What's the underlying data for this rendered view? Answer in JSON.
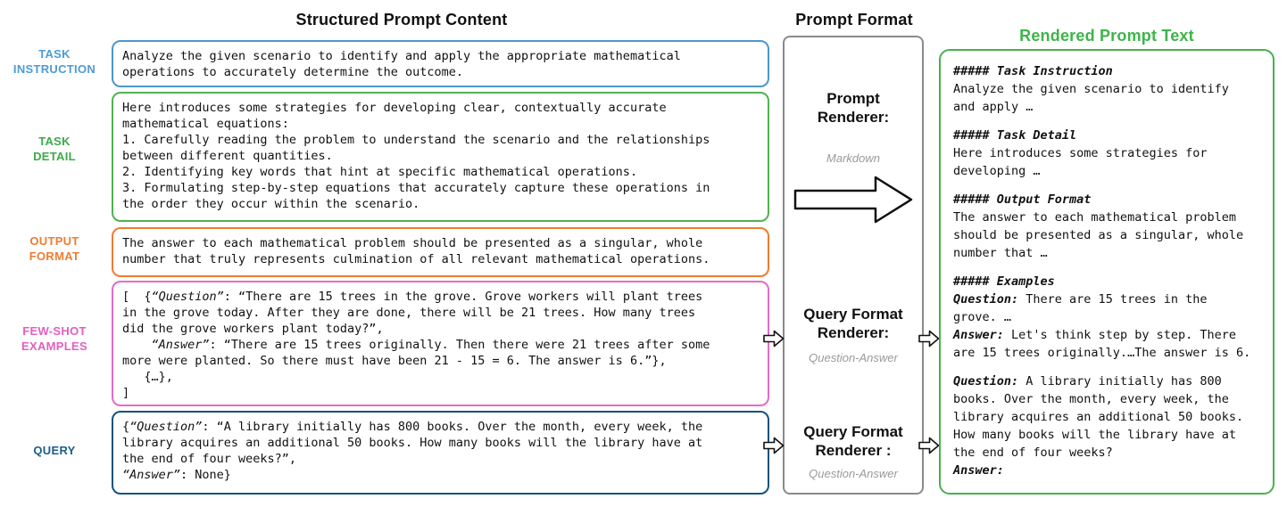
{
  "headers": {
    "structured": "Structured Prompt Content",
    "format": "Prompt Format",
    "rendered": "Rendered Prompt Text"
  },
  "colors": {
    "task_instruction": "#4d96d0",
    "task_detail": "#52b152",
    "output_format": "#ee7d31",
    "few_shot": "#e46cc8",
    "query": "#15537d",
    "rendered_border": "#48b14c",
    "rendered_header": "#3db549",
    "format_box": "#8a8a8a"
  },
  "labels": [
    {
      "lines": [
        "TASK",
        "INSTRUCTION"
      ],
      "color": "#4d9bd6"
    },
    {
      "lines": [
        "TASK",
        "DETAIL"
      ],
      "color": "#3daa4a"
    },
    {
      "lines": [
        "OUTPUT",
        "FORMAT"
      ],
      "color": "#ee7d31"
    },
    {
      "lines": [
        "FEW-SHOT",
        "EXAMPLES"
      ],
      "color": "#e060c0"
    },
    {
      "lines": [
        "QUERY"
      ],
      "color": "#1b5e8a"
    }
  ],
  "boxes": [
    {
      "name": "task-instruction",
      "lines": [
        [
          {
            "t": "Analyze the given scenario to identify and apply the appropriate mathematical"
          }
        ],
        [
          {
            "t": "operations to accurately determine the outcome."
          }
        ]
      ]
    },
    {
      "name": "task-detail",
      "lines": [
        [
          {
            "t": "Here introduces some strategies for developing clear, contextually accurate"
          }
        ],
        [
          {
            "t": "mathematical equations:"
          }
        ],
        [
          {
            "t": "1. Carefully reading the problem to understand the scenario and the relationships"
          }
        ],
        [
          {
            "t": "between different quantities."
          }
        ],
        [
          {
            "t": "2. Identifying key words that hint at specific mathematical operations."
          }
        ],
        [
          {
            "t": "3. Formulating step-by-step equations that accurately capture these operations in"
          }
        ],
        [
          {
            "t": "the order they occur within the scenario."
          }
        ]
      ]
    },
    {
      "name": "output-format",
      "lines": [
        [
          {
            "t": "The answer to each mathematical problem should be presented as a singular, whole"
          }
        ],
        [
          {
            "t": "number that truly represents culmination of all relevant mathematical operations."
          }
        ]
      ]
    },
    {
      "name": "few-shot-examples",
      "lines": [
        [
          {
            "t": "[  {"
          },
          {
            "t": "“Question”",
            "i": true
          },
          {
            "t": ": “There are 15 trees in the grove. Grove workers will plant trees"
          }
        ],
        [
          {
            "t": "in the grove today. After they are done, there will be 21 trees. How many trees"
          }
        ],
        [
          {
            "t": "did the grove workers plant today?”,"
          }
        ],
        [
          {
            "t": "    "
          },
          {
            "t": "“Answer”",
            "i": true
          },
          {
            "t": ": “There are 15 trees originally. Then there were 21 trees after some"
          }
        ],
        [
          {
            "t": "more were planted. So there must have been 21 - 15 = 6. The answer is 6.”},"
          }
        ],
        [
          {
            "t": "   {…},"
          }
        ],
        [
          {
            "t": "]"
          }
        ]
      ]
    },
    {
      "name": "query",
      "lines": [
        [
          {
            "t": "{"
          },
          {
            "t": "“Question”",
            "i": true
          },
          {
            "t": ": “A library initially has 800 books. Over the month, every week, the"
          }
        ],
        [
          {
            "t": "library acquires an additional 50 books. How many books will the library have at"
          }
        ],
        [
          {
            "t": "the end of four weeks?”,"
          }
        ],
        [
          {
            "t": "“Answer”",
            "i": true
          },
          {
            "t": ": None}"
          }
        ]
      ]
    }
  ],
  "renderers": [
    {
      "title": "Prompt Renderer:",
      "subtitle": "Markdown"
    },
    {
      "title": "Query Format Renderer:",
      "subtitle": "Question-Answer"
    },
    {
      "title": "Query Format Renderer :",
      "subtitle": "Question-Answer"
    }
  ],
  "rendered": {
    "lines": [
      [
        {
          "t": "##### Task Instruction",
          "b": true,
          "i": true
        }
      ],
      [
        {
          "t": "Analyze the given scenario to identify"
        }
      ],
      [
        {
          "t": "and apply …"
        }
      ],
      [],
      [
        {
          "t": "##### Task Detail",
          "b": true,
          "i": true
        }
      ],
      [
        {
          "t": "Here introduces some strategies for"
        }
      ],
      [
        {
          "t": "developing …"
        }
      ],
      [],
      [
        {
          "t": "##### Output Format",
          "b": true,
          "i": true
        }
      ],
      [
        {
          "t": "The answer to each mathematical problem"
        }
      ],
      [
        {
          "t": "should be presented as a singular, whole"
        }
      ],
      [
        {
          "t": "number that …"
        }
      ],
      [],
      [
        {
          "t": "##### Examples",
          "b": true,
          "i": true
        }
      ],
      [
        {
          "t": "Question:",
          "b": true,
          "i": true
        },
        {
          "t": " There are 15 trees in the"
        }
      ],
      [
        {
          "t": "grove. …"
        }
      ],
      [
        {
          "t": "Answer:",
          "b": true,
          "i": true
        },
        {
          "t": " Let's think step by step. There"
        }
      ],
      [
        {
          "t": "are 15 trees originally.…The answer is 6."
        }
      ],
      [],
      [
        {
          "t": "Question:",
          "b": true,
          "i": true
        },
        {
          "t": " A library initially has 800"
        }
      ],
      [
        {
          "t": "books. Over the month, every week, the"
        }
      ],
      [
        {
          "t": "library acquires an additional 50 books."
        }
      ],
      [
        {
          "t": "How many books will the library have at"
        }
      ],
      [
        {
          "t": "the end of four weeks?"
        }
      ],
      [
        {
          "t": "Answer:",
          "b": true,
          "i": true
        }
      ]
    ]
  }
}
